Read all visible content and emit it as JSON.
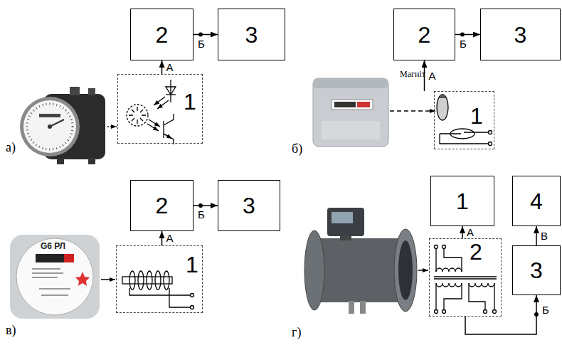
{
  "diagram": {
    "nodes": [
      {
        "text": [
          "2"
        ]
      },
      {
        "text": [
          "3"
        ]
      },
      {
        "text": [
          "1"
        ]
      },
      {
        "text": [
          "2"
        ]
      },
      {
        "text": [
          "3"
        ]
      },
      {
        "text": [
          "1"
        ]
      },
      {
        "text": [
          "2"
        ]
      },
      {
        "text": [
          "3"
        ]
      },
      {
        "text": [
          "1"
        ]
      },
      {
        "text": [
          "1"
        ]
      },
      {
        "text": [
          "4"
        ]
      },
      {
        "text": [
          "2"
        ]
      },
      {
        "text": [
          "3"
        ]
      }
    ],
    "edges": [
      {
        "from": 2,
        "to": 0,
        "arrow": "to",
        "label": "А"
      },
      {
        "from": 0,
        "to": 1,
        "arrow": "to",
        "label": "Б"
      },
      {
        "from": 5,
        "to": 3,
        "arrow": "to",
        "label": "А"
      },
      {
        "from": 3,
        "to": 4,
        "arrow": "to",
        "label": "Б"
      },
      {
        "from": 8,
        "to": 6,
        "arrow": "to",
        "label": "А"
      },
      {
        "from": 6,
        "to": 7,
        "arrow": "to",
        "label": "Б"
      },
      {
        "from": 11,
        "to": 9,
        "arrow": "to",
        "label": "А"
      },
      {
        "from": 12,
        "to": 10,
        "arrow": "to",
        "label": "В"
      },
      {
        "from": 11,
        "to": 12,
        "arrow": "to",
        "label": "Б"
      }
    ],
    "labels": [
      "а)",
      "Магніт",
      "б)",
      "G6 РЛ",
      "в)",
      "г)"
    ]
  }
}
